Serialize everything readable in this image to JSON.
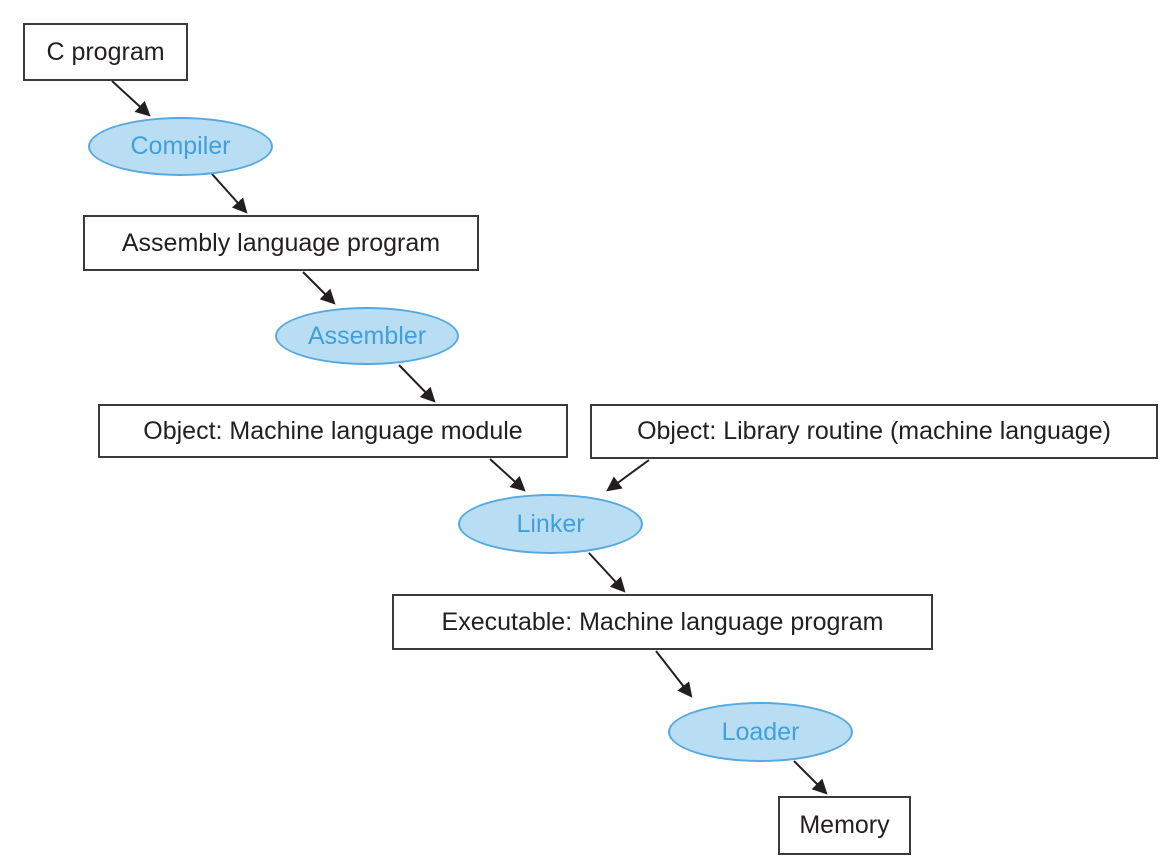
{
  "diagram": {
    "description": "Translation hierarchy for C: flow from C program through compiler, assembler, linker and loader into memory"
  },
  "nodes": {
    "c_program": "C program",
    "compiler": "Compiler",
    "assembly": "Assembly language program",
    "assembler": "Assembler",
    "object_module": "Object: Machine language module",
    "object_library": "Object: Library routine (machine language)",
    "linker": "Linker",
    "executable": "Executable: Machine language program",
    "loader": "Loader",
    "memory": "Memory"
  },
  "edges": [
    {
      "from": "c_program",
      "to": "compiler"
    },
    {
      "from": "compiler",
      "to": "assembly"
    },
    {
      "from": "assembly",
      "to": "assembler"
    },
    {
      "from": "assembler",
      "to": "object_module"
    },
    {
      "from": "object_module",
      "to": "linker"
    },
    {
      "from": "object_library",
      "to": "linker"
    },
    {
      "from": "linker",
      "to": "executable"
    },
    {
      "from": "executable",
      "to": "loader"
    },
    {
      "from": "loader",
      "to": "memory"
    }
  ],
  "colors": {
    "ellipse_fill": "#b9def3",
    "ellipse_stroke": "#55a9de",
    "ellipse_text": "#3fa0dc",
    "box_border": "#3a3a3a",
    "box_text": "#231f20",
    "arrow": "#231f20",
    "background": "#ffffff"
  }
}
